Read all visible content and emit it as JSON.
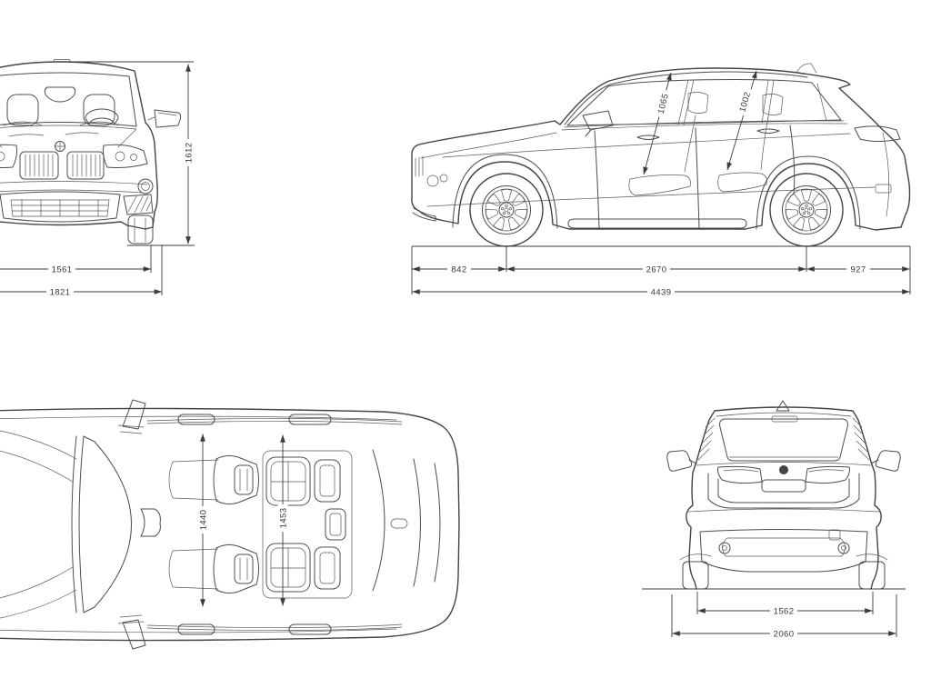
{
  "document": {
    "kind": "vehicle-dimensions-blueprint",
    "units": "mm"
  },
  "colors": {
    "background": "#ffffff",
    "line": "#4d4d4d",
    "dimension": "#3c3c3c"
  },
  "views": {
    "front": {
      "name": "front-view",
      "dimensions": {
        "overall_height": "1612",
        "front_track": "1561",
        "overall_width": "1821"
      }
    },
    "side": {
      "name": "side-view",
      "dimensions": {
        "front_headroom": "1065",
        "rear_headroom": "1002",
        "front_overhang": "842",
        "wheelbase": "2670",
        "rear_overhang": "927",
        "overall_length": "4439"
      }
    },
    "top": {
      "name": "top-view",
      "dimensions": {
        "front_interior_width": "1440",
        "rear_interior_width": "1453"
      }
    },
    "rear": {
      "name": "rear-view",
      "dimensions": {
        "rear_track": "1562",
        "overall_width_incl_mirrors": "2060"
      }
    }
  }
}
